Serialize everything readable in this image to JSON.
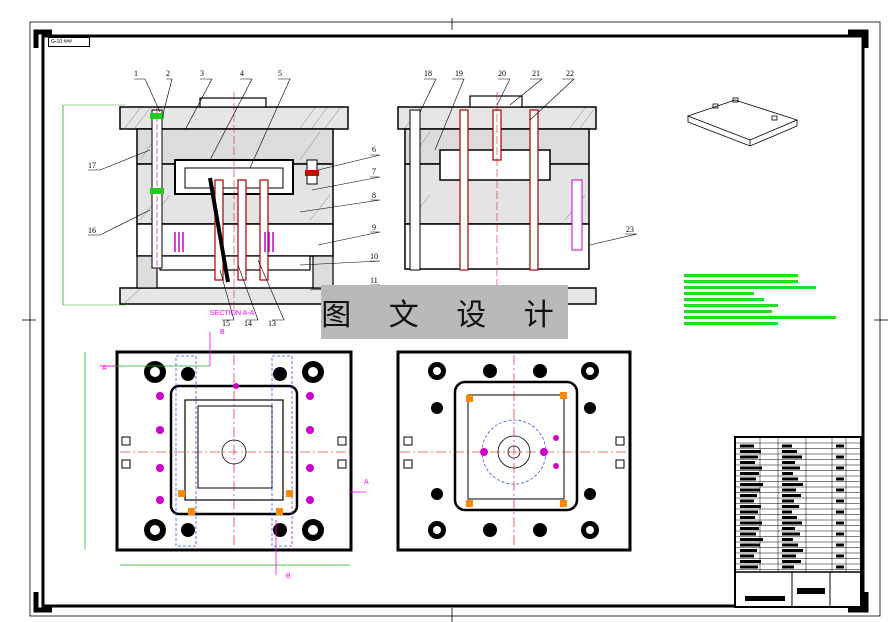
{
  "drawing": {
    "code_tag": "G-10 ###",
    "watermark_text": "图 文 设 计",
    "section_label": "SECTION A-A",
    "part_numbers_left": [
      "1",
      "2",
      "3",
      "4",
      "5",
      "6",
      "7",
      "8",
      "9",
      "10",
      "11",
      "13",
      "14",
      "15",
      "16",
      "17"
    ],
    "part_numbers_right": [
      "18",
      "19",
      "20",
      "21",
      "22",
      "23"
    ],
    "section_markers": [
      "A",
      "A",
      "B",
      "B"
    ],
    "colors": {
      "outline": "#000000",
      "hatch": "#555555",
      "centerline": "#cc0000",
      "dimension": "#ff00ff",
      "spring": "#ff00ff",
      "blue_dash": "#3355ff",
      "orange": "#ff8800",
      "tech_notes": "#22dd22",
      "section_label": "#ff00ff",
      "watermark_bg": "#b9b9b9"
    }
  }
}
